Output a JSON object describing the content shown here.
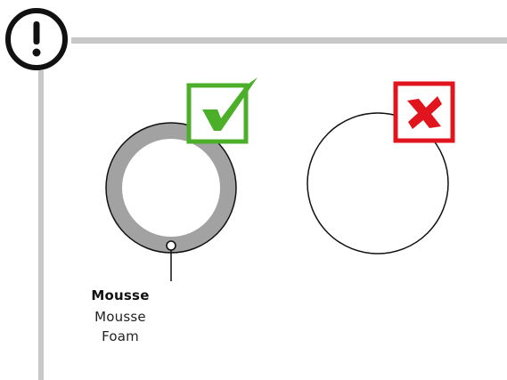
{
  "warning": {
    "icon": "exclamation-icon",
    "symbol": "!"
  },
  "correct_example": {
    "icon": "check-mark-icon",
    "color": "#4caf2a",
    "label_title": "Mousse",
    "label_line1": "Mousse",
    "label_line2": "Foam"
  },
  "incorrect_example": {
    "icon": "cross-mark-icon",
    "color": "#e0151d"
  },
  "colors": {
    "rule": "#c8c8c8",
    "ring": "#a2a2a2",
    "outline": "#111111"
  }
}
